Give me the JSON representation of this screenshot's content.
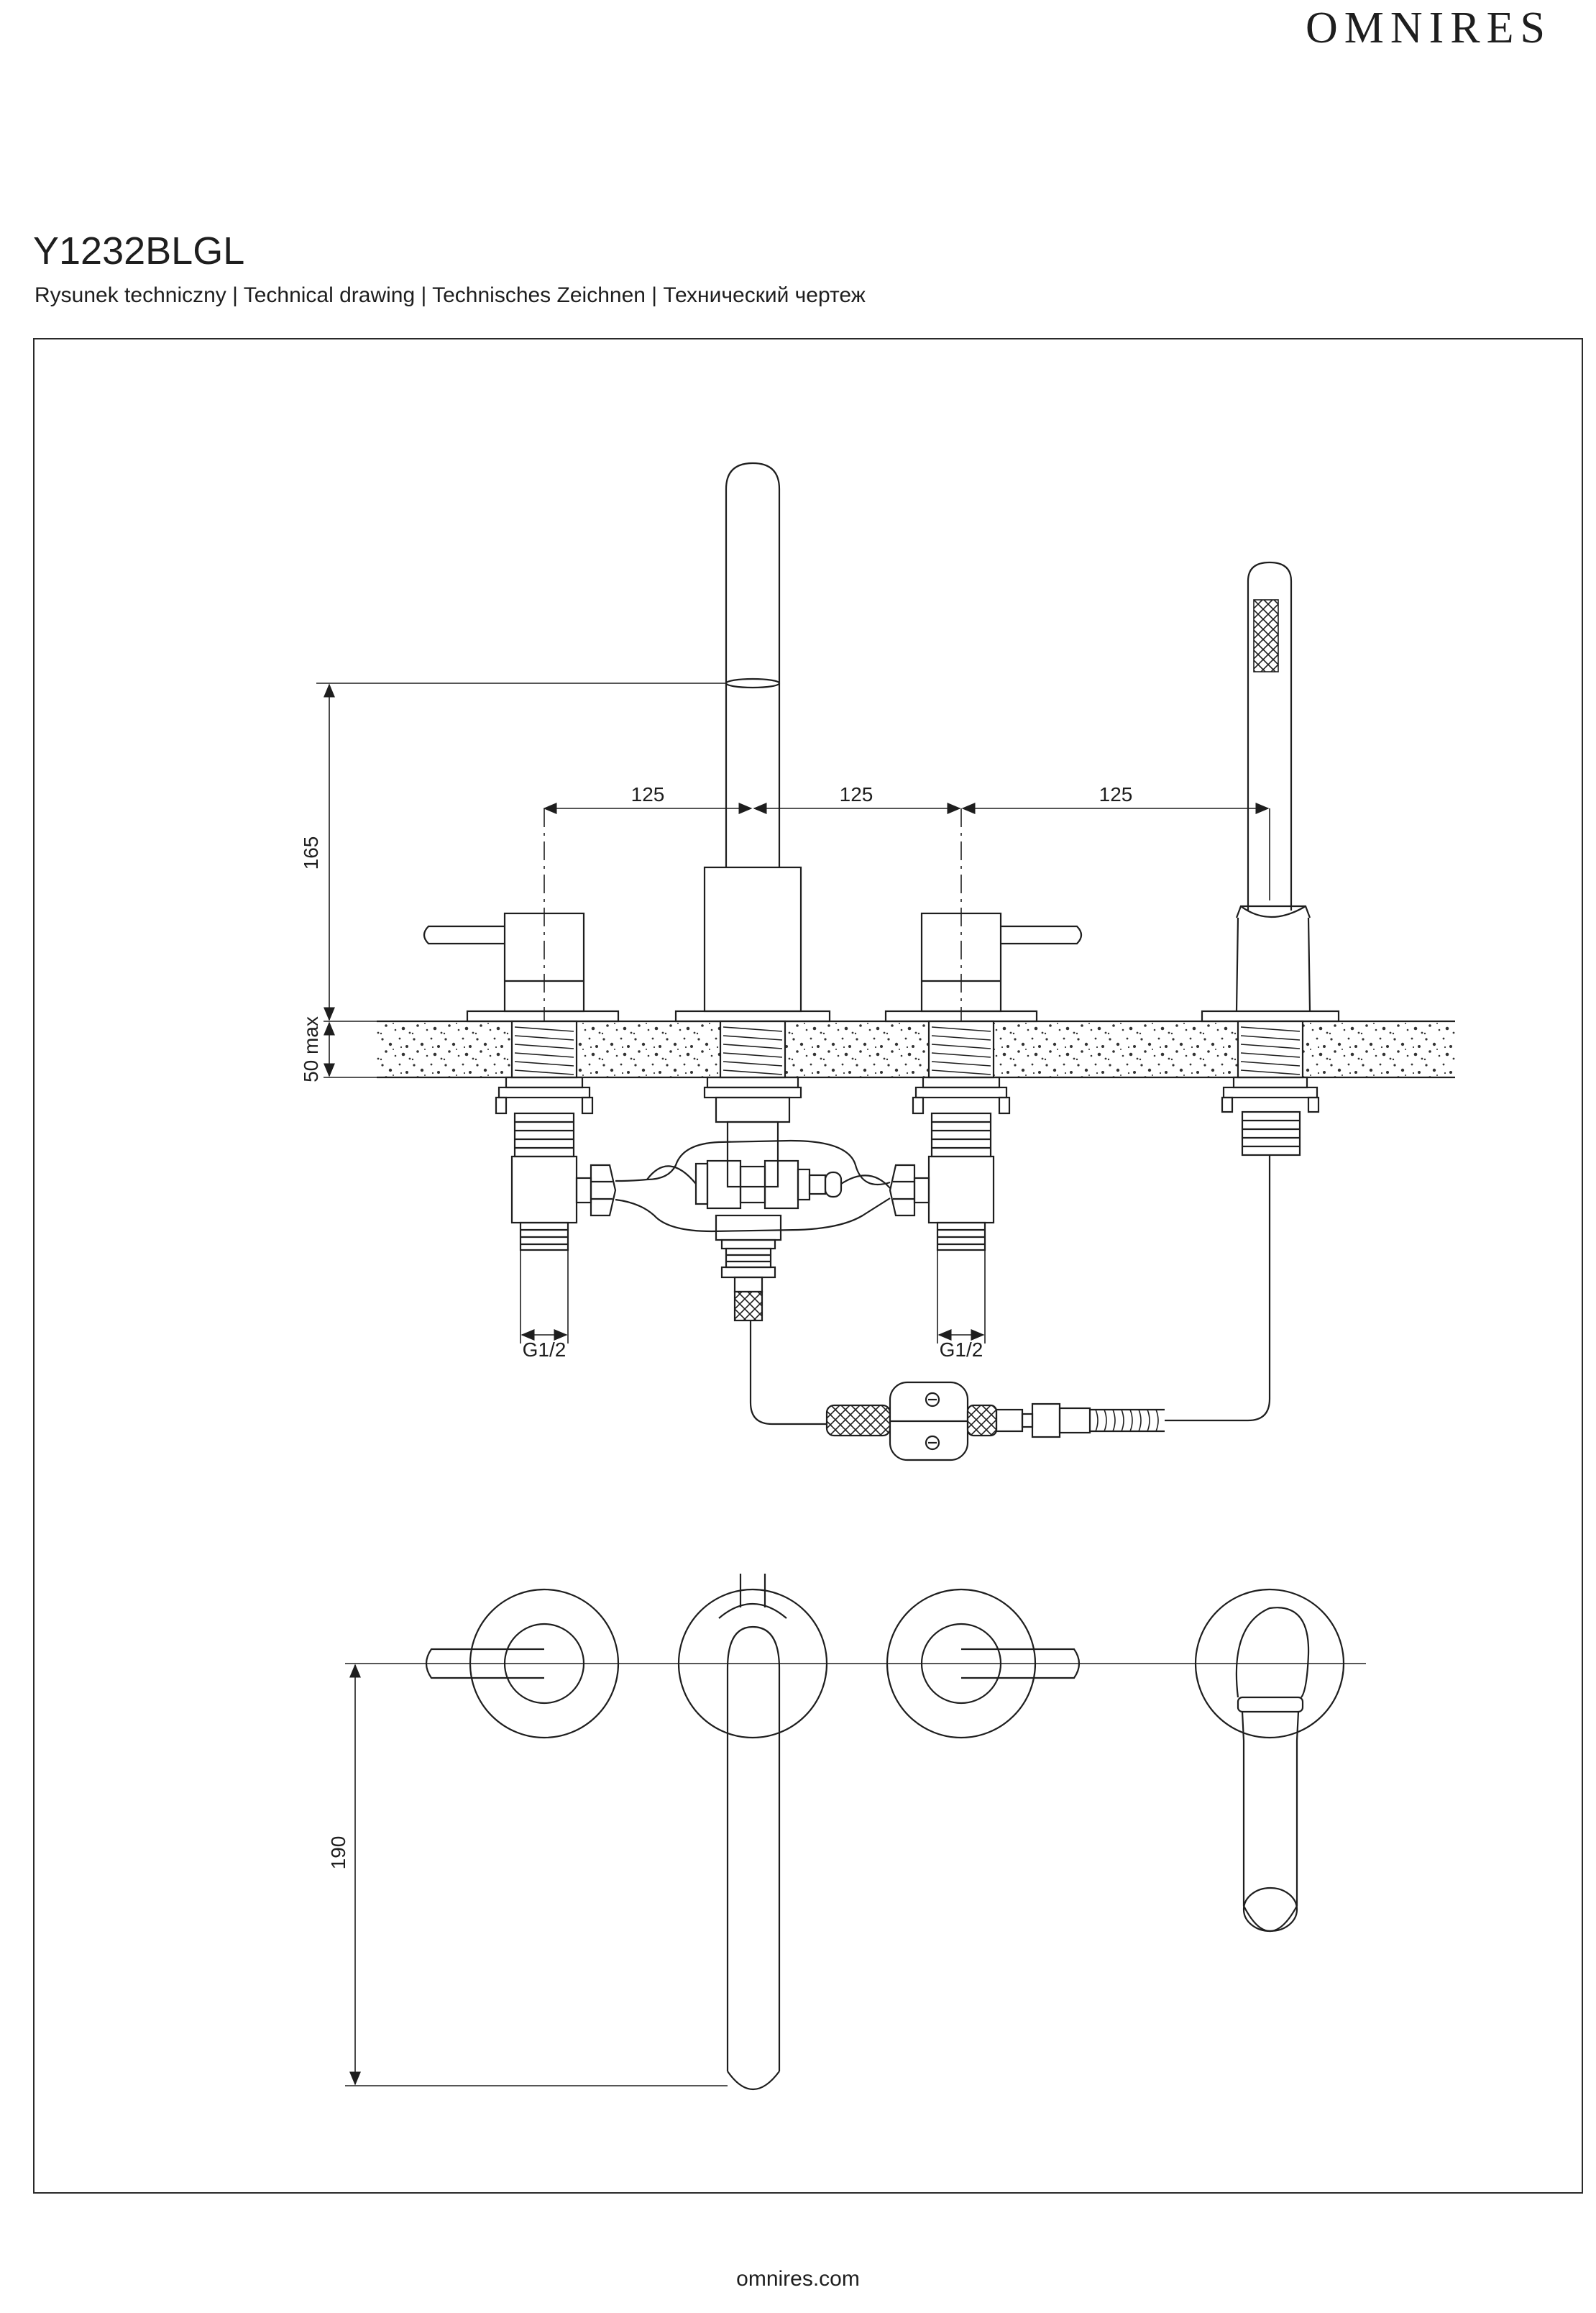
{
  "header": {
    "brand": "OMNIRES",
    "model": "Y1232BLGL",
    "subtitle": "Rysunek techniczny | Technical drawing | Technisches Zeichnen | Технический чертеж"
  },
  "drawing": {
    "dimensions": {
      "spacing_1": "125",
      "spacing_2": "125",
      "spacing_3": "125",
      "height": "165",
      "deck_thickness": "50 max",
      "thread_left": "G1/2",
      "thread_right": "G1/2",
      "spout_reach": "190"
    }
  },
  "footer": {
    "website": "omnires.com"
  },
  "colors": {
    "line": "#1e1e1e",
    "background": "#ffffff"
  }
}
